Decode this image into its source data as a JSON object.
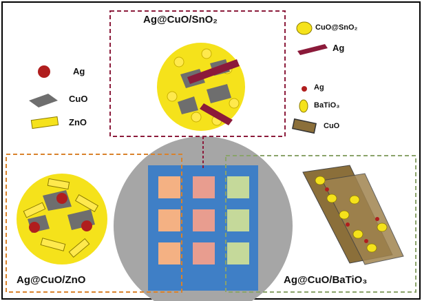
{
  "panels": {
    "top": "Ag@CuO/SnO₂",
    "left": "Ag@CuO/ZnO",
    "right": "Ag@CuO/BaTiO₃"
  },
  "legend_left": {
    "ag": "Ag",
    "cuo": "CuO",
    "zno": "ZnO"
  },
  "legend_top_right": {
    "cuo_sno2": "CuO@SnO₂",
    "ag": "Ag"
  },
  "legend_right": {
    "ag": "Ag",
    "batio3": "BaTiO₃",
    "cuo": "CuO"
  },
  "colors": {
    "frame": "#000000",
    "top_box": "#8b1a3a",
    "left_box": "#d9822b",
    "right_box": "#8aa36a",
    "circle": "#a6a6a6",
    "array_bg": "#3f7fc6",
    "ag": "#b01e1e",
    "cuo": "#6e6e6e",
    "zno": "#f5e21b",
    "flake": "#8b6f3a",
    "cell_col1": "#f4b183",
    "cell_col2": "#e89d8f",
    "cell_col3": "#c5d99a"
  }
}
